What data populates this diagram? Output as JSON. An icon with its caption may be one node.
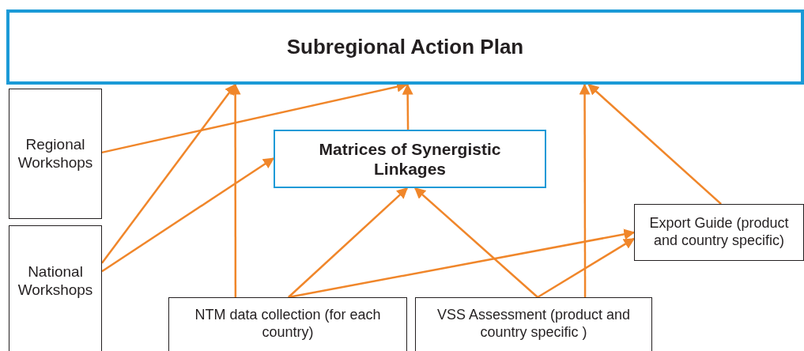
{
  "diagram": {
    "nodes": [
      {
        "text": [
          "Subregional Action Plan"
        ]
      },
      {
        "text": [
          "Regional Workshops"
        ]
      },
      {
        "text": [
          "Matrices of Synergistic Linkages"
        ]
      },
      {
        "text": [
          "National Workshops"
        ]
      },
      {
        "text": [
          "Export Guide (product and country specific)"
        ]
      },
      {
        "text": [
          "NTM data collection (for each country)"
        ]
      },
      {
        "text": [
          "VSS Assessment (product and country specific )"
        ]
      }
    ],
    "edges": [
      {
        "from": 1,
        "to": 0,
        "arrow": "to"
      },
      {
        "from": 2,
        "to": 0,
        "arrow": "to"
      },
      {
        "from": 3,
        "to": 0,
        "arrow": "to"
      },
      {
        "from": 3,
        "to": 2,
        "arrow": "to"
      },
      {
        "from": 5,
        "to": 0,
        "arrow": "to"
      },
      {
        "from": 5,
        "to": 2,
        "arrow": "to"
      },
      {
        "from": 5,
        "to": 4,
        "arrow": "to"
      },
      {
        "from": 6,
        "to": 2,
        "arrow": "to"
      },
      {
        "from": 6,
        "to": 4,
        "arrow": "to"
      },
      {
        "from": 6,
        "to": 0,
        "arrow": "to"
      },
      {
        "from": 4,
        "to": 0,
        "arrow": "to"
      }
    ]
  }
}
